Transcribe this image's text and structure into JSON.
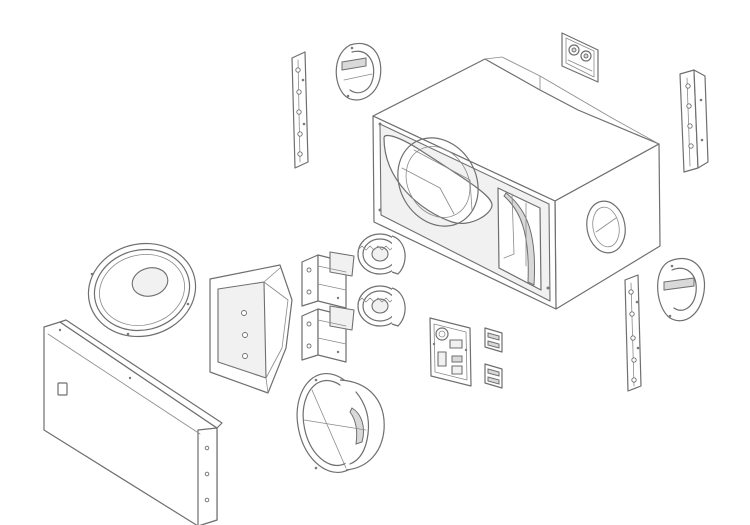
{
  "diagram": {
    "type": "exploded-view",
    "parts": [
      {
        "id": "enclosure",
        "icon": "speaker-cabinet-icon"
      },
      {
        "id": "front-grille",
        "icon": "grille-panel-icon"
      },
      {
        "id": "woofer-front",
        "icon": "woofer-icon"
      },
      {
        "id": "woofer-side",
        "icon": "woofer-icon"
      },
      {
        "id": "passive-radiator",
        "icon": "radiator-cone-icon"
      },
      {
        "id": "horn",
        "icon": "horn-waveguide-icon"
      },
      {
        "id": "compression-driver-top",
        "icon": "compression-driver-icon"
      },
      {
        "id": "compression-driver-bottom",
        "icon": "compression-driver-icon"
      },
      {
        "id": "driver-bracket-top",
        "icon": "mounting-bracket-icon"
      },
      {
        "id": "driver-bracket-bottom",
        "icon": "mounting-bracket-icon"
      },
      {
        "id": "crossover-board",
        "icon": "circuit-board-icon"
      },
      {
        "id": "terminal-block-top",
        "icon": "connector-icon"
      },
      {
        "id": "terminal-block-bottom",
        "icon": "connector-icon"
      },
      {
        "id": "input-panel",
        "icon": "input-connector-plate-icon"
      },
      {
        "id": "rigging-rail-left",
        "icon": "rigging-rail-icon"
      },
      {
        "id": "rigging-rail-right",
        "icon": "rigging-rail-icon"
      },
      {
        "id": "rigging-rail-lower",
        "icon": "rigging-rail-icon"
      },
      {
        "id": "handle-left",
        "icon": "handle-cup-icon"
      },
      {
        "id": "handle-right",
        "icon": "handle-cup-icon"
      }
    ],
    "colors": {
      "line": "#6f6f6f",
      "fill": "#ffffff",
      "shade": "#d9d9d9"
    }
  }
}
